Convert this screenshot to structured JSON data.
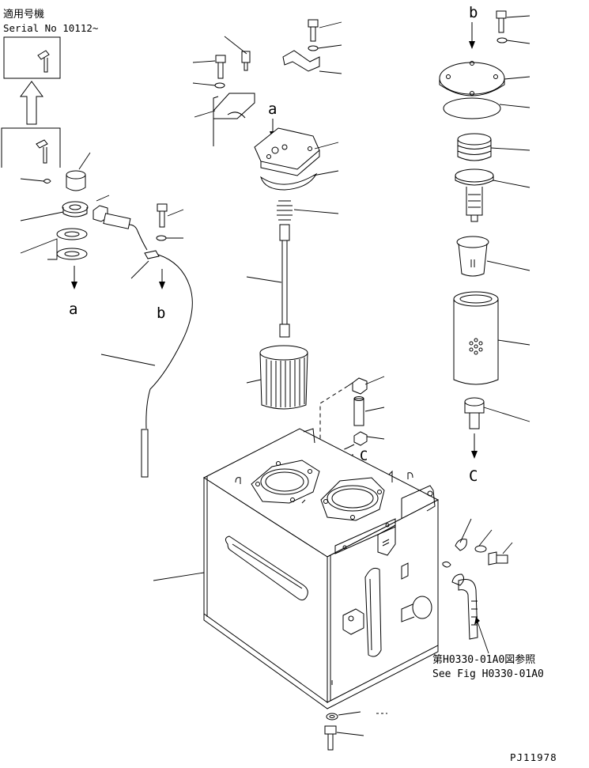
{
  "header": {
    "applicable_jp": "適用号機",
    "serial": "Serial No 10112~"
  },
  "labels": {
    "a": "a",
    "b": "b",
    "c": "C"
  },
  "reference": {
    "jp": "第H0330-01A0図参照",
    "en": "See Fig H0330-01A0"
  },
  "figure_code": "PJ11978"
}
